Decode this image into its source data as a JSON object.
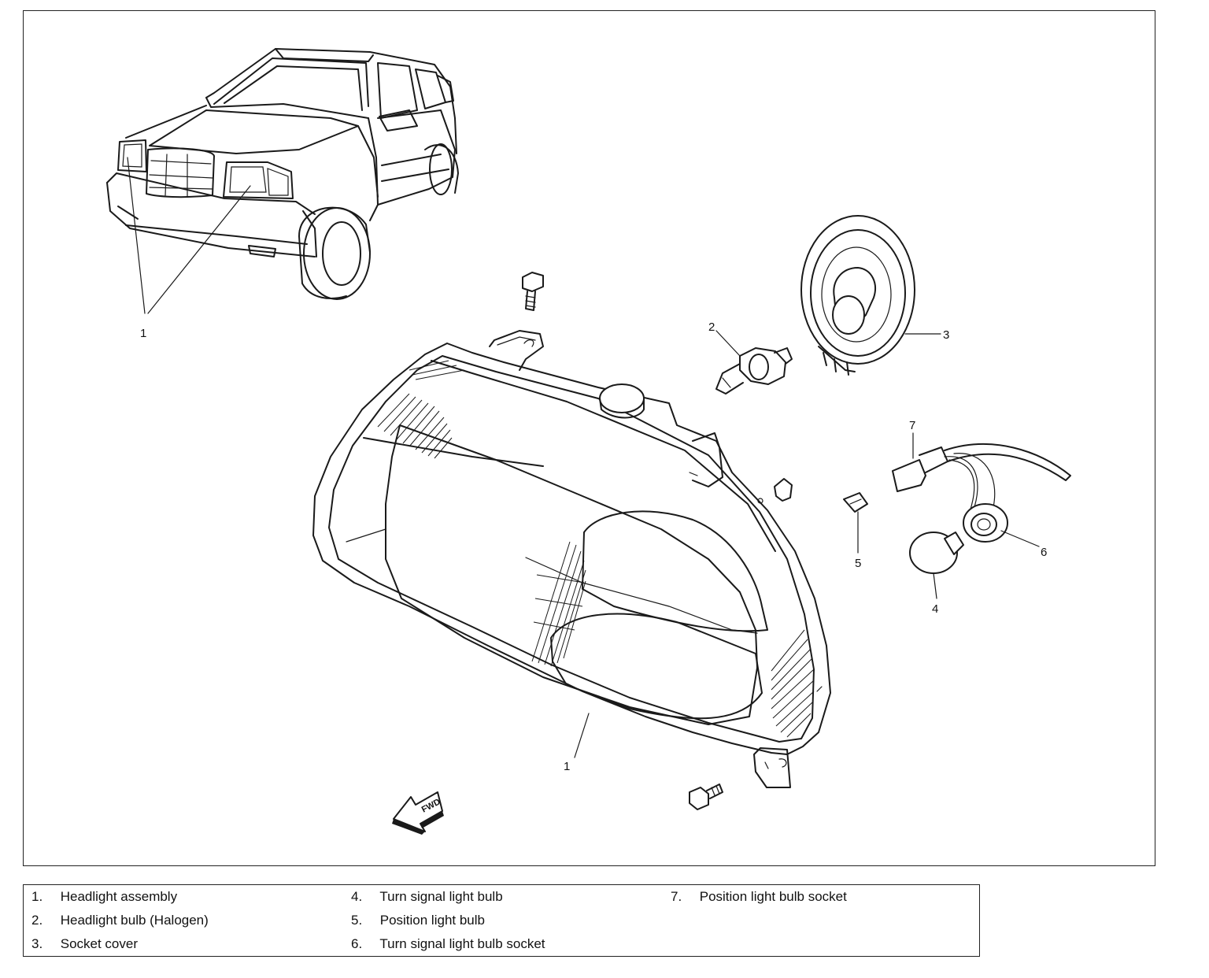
{
  "callouts": {
    "car_headlight": "1",
    "assembly": "1",
    "headlight_bulb": "2",
    "socket_cover": "3",
    "turn_signal_bulb": "4",
    "position_bulb": "5",
    "turn_signal_socket": "6",
    "position_socket": "7"
  },
  "fwd_label": "FWD",
  "legend": {
    "col1": [
      {
        "num": "1.",
        "label": "Headlight assembly"
      },
      {
        "num": "2.",
        "label": "Headlight bulb (Halogen)"
      },
      {
        "num": "3.",
        "label": "Socket cover"
      }
    ],
    "col2": [
      {
        "num": "4.",
        "label": "Turn signal light bulb"
      },
      {
        "num": "5.",
        "label": "Position light bulb"
      },
      {
        "num": "6.",
        "label": "Turn signal light bulb socket"
      }
    ],
    "col3": [
      {
        "num": "7.",
        "label": "Position light bulb socket"
      }
    ]
  }
}
